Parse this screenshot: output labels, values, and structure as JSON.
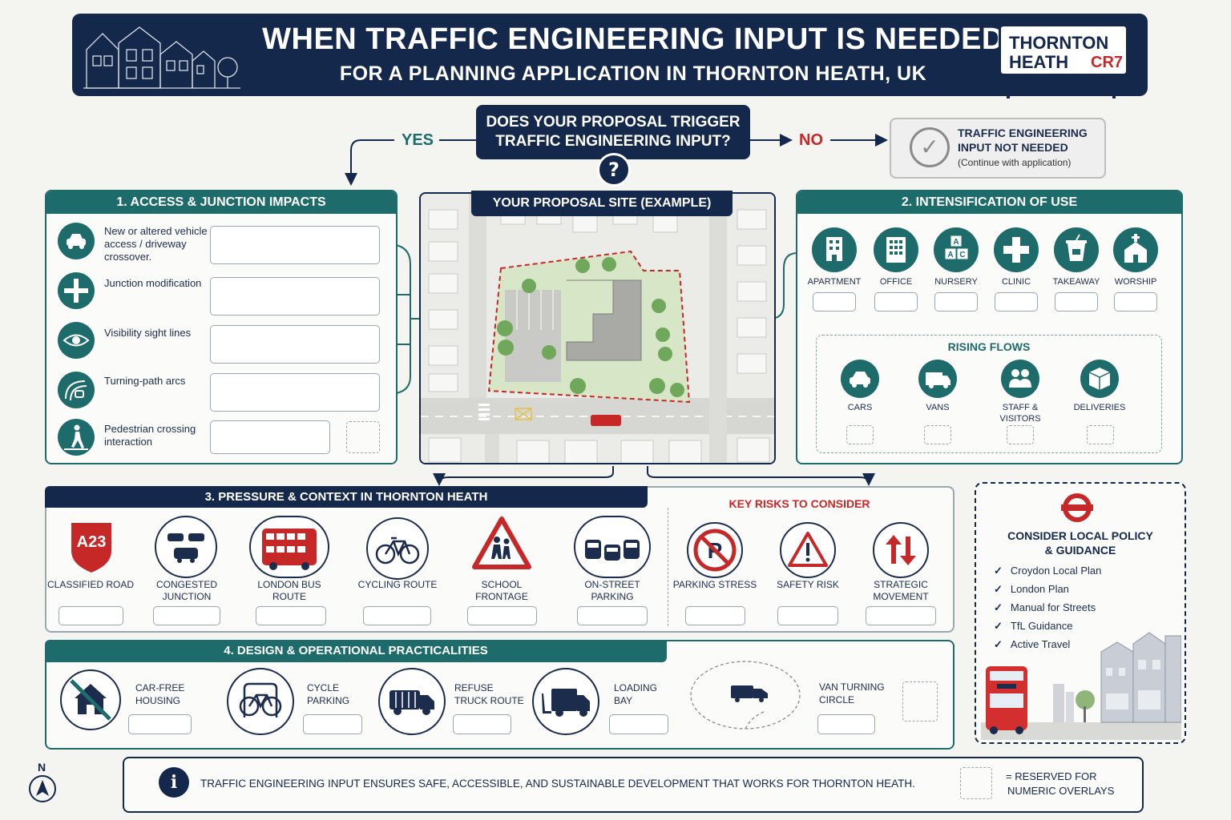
{
  "header": {
    "title": "WHEN TRAFFIC ENGINEERING INPUT IS NEEDED",
    "subtitle": "FOR A PLANNING APPLICATION IN THORNTON HEATH, UK",
    "sign": {
      "line1": "THORNTON",
      "line2": "HEATH",
      "postcode": "CR7"
    }
  },
  "decision": {
    "question": "DOES YOUR PROPOSAL TRIGGER TRAFFIC ENGINEERING INPUT?",
    "question_line1": "DOES YOUR PROPOSAL TRIGGER",
    "question_line2": "TRAFFIC ENGINEERING INPUT?",
    "question_mark": "?",
    "yes": "YES",
    "no": "NO",
    "not_needed": {
      "line1": "TRAFFIC ENGINEERING",
      "line2": "INPUT NOT NEEDED",
      "line3": "(Continue with application)"
    }
  },
  "panel1": {
    "title": "1.  ACCESS & JUNCTION IMPACTS",
    "items": [
      {
        "label": "New or altered vehicle access / driveway crossover.",
        "icon": "car-icon"
      },
      {
        "label": "Junction modification",
        "icon": "junction-icon"
      },
      {
        "label": "Visibility sight lines",
        "icon": "eye-icon"
      },
      {
        "label": "Turning-path arcs",
        "icon": "turning-path-icon"
      },
      {
        "label": "Pedestrian crossing interaction",
        "icon": "pedestrian-icon"
      }
    ]
  },
  "site": {
    "title": "YOUR PROPOSAL SITE (EXAMPLE)"
  },
  "panel2": {
    "title": "2.  INTENSIFICATION OF USE",
    "uses": [
      {
        "label": "APARTMENT",
        "icon": "apartment-icon"
      },
      {
        "label": "OFFICE",
        "icon": "office-icon"
      },
      {
        "label": "NURSERY",
        "icon": "nursery-blocks-icon"
      },
      {
        "label": "CLINIC",
        "icon": "clinic-cross-icon"
      },
      {
        "label": "TAKEAWAY",
        "icon": "takeaway-cup-icon"
      },
      {
        "label": "WORSHIP",
        "icon": "church-icon"
      }
    ],
    "rising_title": "RISING FLOWS",
    "flows": [
      {
        "label": "CARS",
        "icon": "car-icon"
      },
      {
        "label": "VANS",
        "icon": "van-icon"
      },
      {
        "label": "STAFF & VISITORS",
        "icon": "people-icon"
      },
      {
        "label": "DELIVERIES",
        "icon": "package-icon"
      }
    ]
  },
  "panel3": {
    "title": "3.  PRESSURE & CONTEXT IN THORNTON HEATH",
    "items": [
      {
        "label": "CLASSIFIED ROAD",
        "icon": "a23-road-sign-icon",
        "sign_text": "A23"
      },
      {
        "label": "CONGESTED JUNCTION",
        "icon": "traffic-jam-icon"
      },
      {
        "label": "LONDON BUS ROUTE",
        "icon": "double-decker-bus-icon"
      },
      {
        "label": "CYCLING ROUTE",
        "icon": "bicycle-icon"
      },
      {
        "label": "SCHOOL FRONTAGE",
        "icon": "school-warning-sign-icon"
      },
      {
        "label": "ON-STREET PARKING",
        "icon": "parked-cars-icon"
      }
    ],
    "risks_title": "KEY RISKS TO CONSIDER",
    "risks": [
      {
        "label": "PARKING STRESS",
        "icon": "no-parking-icon"
      },
      {
        "label": "SAFETY RISK",
        "icon": "warning-triangle-icon"
      },
      {
        "label": "STRATEGIC MOVEMENT",
        "icon": "two-way-arrows-icon"
      }
    ]
  },
  "panel4": {
    "title": "4.  DESIGN & OPERATIONAL PRACTICALITIES",
    "items": [
      {
        "label": "CAR-FREE HOUSING",
        "icon": "no-car-house-icon"
      },
      {
        "label": "CYCLE PARKING",
        "icon": "cycle-stand-icon"
      },
      {
        "label": "REFUSE TRUCK ROUTE",
        "icon": "refuse-truck-icon"
      },
      {
        "label": "LOADING BAY",
        "icon": "loading-truck-icon"
      },
      {
        "label": "VAN TURNING CIRCLE",
        "icon": "van-icon"
      }
    ]
  },
  "policy": {
    "title_line1": "CONSIDER LOCAL POLICY",
    "title_line2": "& GUIDANCE",
    "items": [
      "Croydon Local Plan",
      "London Plan",
      "Manual for Streets",
      "TfL Guidance",
      "Active Travel"
    ]
  },
  "footer": {
    "info_icon": "i",
    "text": "TRAFFIC ENGINEERING INPUT ENSURES SAFE, ACCESSIBLE, AND SUSTAINABLE DEVELOPMENT THAT WORKS FOR THORNTON HEATH.",
    "legend_line1": "=  RESERVED FOR",
    "legend_line2": "NUMERIC OVERLAYS"
  },
  "compass": {
    "label": "N"
  },
  "colors": {
    "navy": "#14284b",
    "teal": "#1e6b6b",
    "red": "#c62828",
    "background": "#f4f4f1"
  }
}
